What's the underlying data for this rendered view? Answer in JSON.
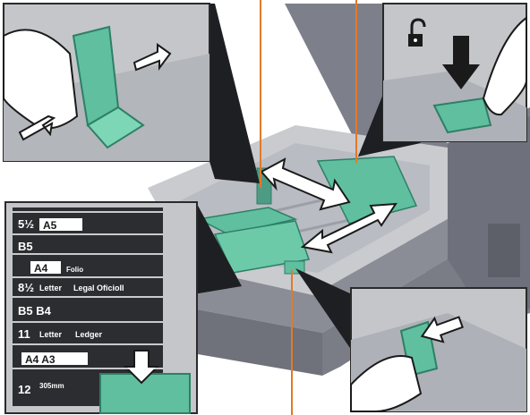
{
  "colors": {
    "tray_body": "#8a8d96",
    "tray_light": "#c9cbcf",
    "tray_mid": "#aeb1b7",
    "guide_green": "#5fbf9f",
    "guide_green_dark": "#2e7f66",
    "leader_line": "#e07a2a",
    "panel_dark": "#3a3b3f",
    "arrow_white": "#ffffff"
  },
  "icons": {
    "unlock": "unlock-icon",
    "insert_arrow": "arrow-down-icon",
    "slide_arrow": "double-arrow-icon"
  },
  "size_scale": {
    "rows": [
      {
        "num": "5½",
        "sizes": "A5",
        "extra": ""
      },
      {
        "num": "",
        "sizes": "B5",
        "extra": ""
      },
      {
        "num": "",
        "sizes": "A4",
        "extra": "Folio"
      },
      {
        "num": "8½",
        "sizes": "Letter",
        "extra": "Legal  OficioII"
      },
      {
        "num": "",
        "sizes": "B5  B4",
        "extra": ""
      },
      {
        "num": "11",
        "sizes": "Letter",
        "extra": "Ledger"
      },
      {
        "num": "",
        "sizes": "A4  A3",
        "extra": ""
      },
      {
        "num": "12",
        "sizes": "305mm",
        "extra": ""
      }
    ]
  }
}
